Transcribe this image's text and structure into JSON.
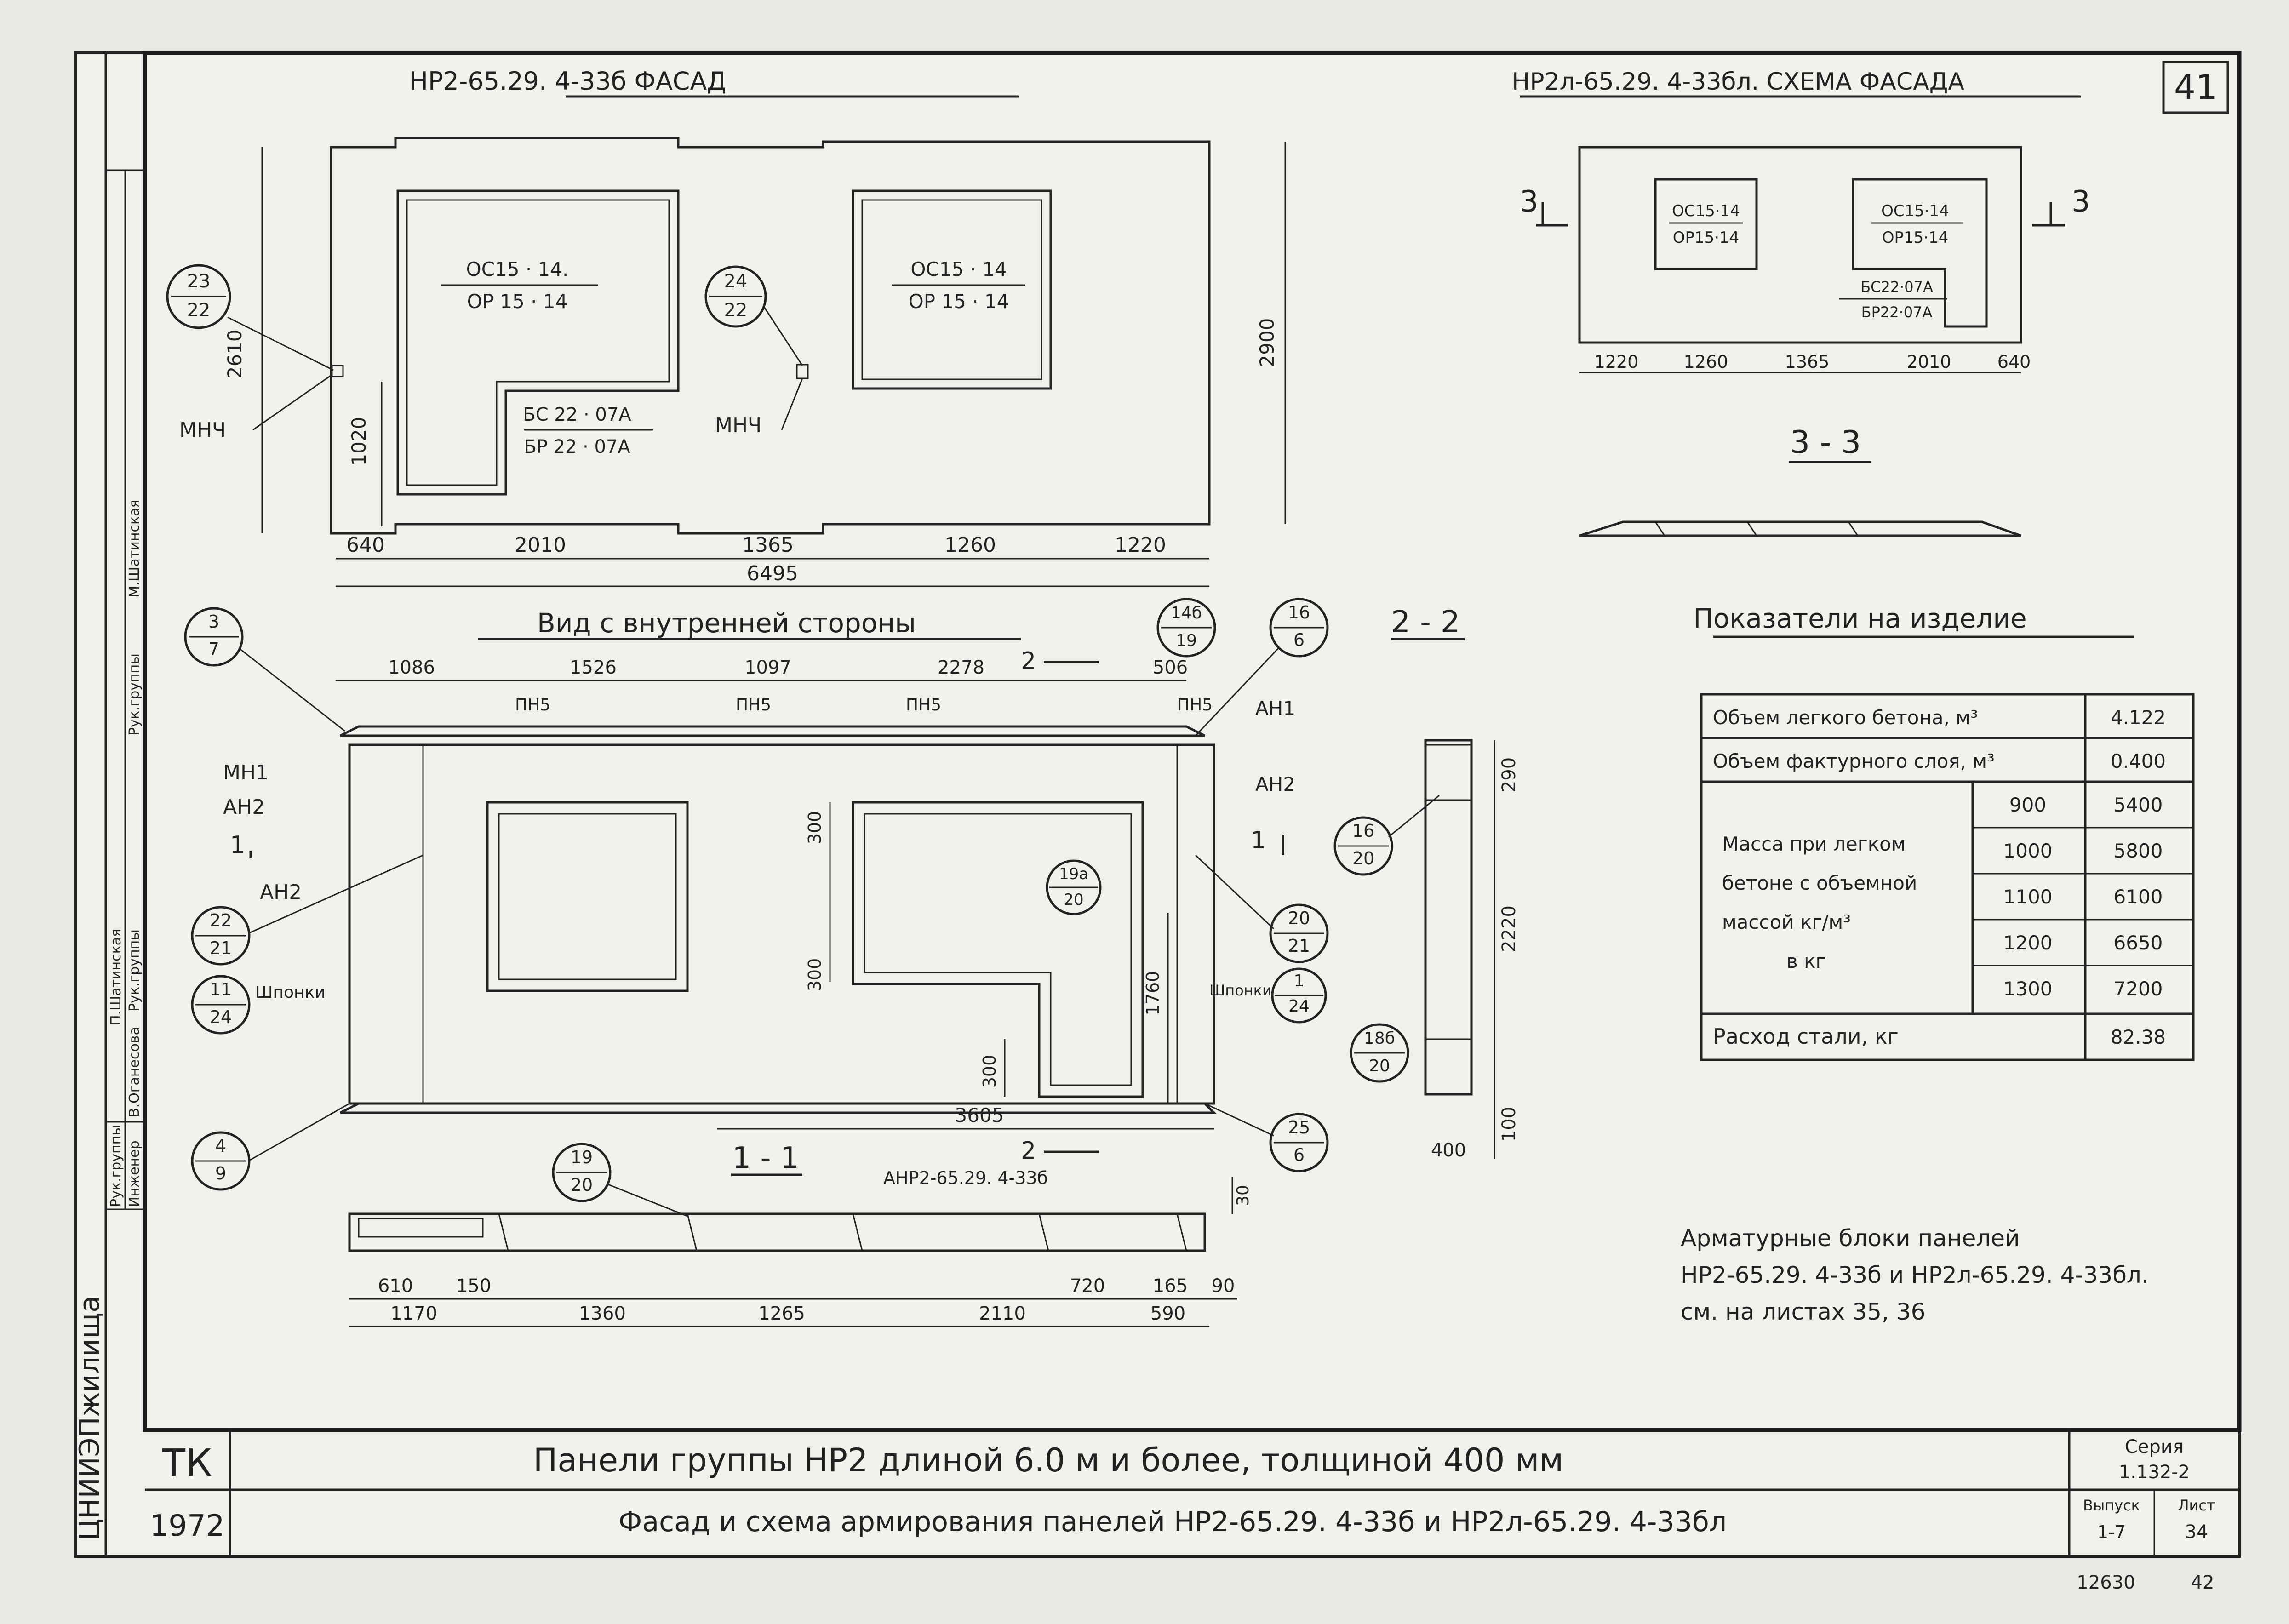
{
  "sheet_number": "41",
  "facade": {
    "title": "НР2-65.29. 4-33б ФАСАД",
    "window1_top": "ОС15 · 14.",
    "window1_bottom": "ОР 15 · 14",
    "door_top": "БС 22 · 07А",
    "door_bottom": "БР 22 · 07А",
    "window2_top": "ОС15 · 14",
    "window2_bottom": "ОР 15 · 14",
    "node_left_top": "23",
    "node_left_bottom": "22",
    "node_mid_top": "24",
    "node_mid_bottom": "22",
    "mnch": "МНЧ",
    "dim_height_left": "2610",
    "dim_height_right": "2900",
    "dim_sill": "1020",
    "dim_bottom": [
      "640",
      "2010",
      "1365",
      "1260",
      "1220"
    ],
    "dim_total": "6495"
  },
  "scheme": {
    "title": "НР2л-65.29. 4-33бл. СХЕМА ФАСАДА",
    "w1_top": "ОС15·14",
    "w1_bottom": "ОР15·14",
    "w2_top": "ОС15·14",
    "w2_bottom": "ОР15·14",
    "door_top": "БС22·07А",
    "door_bottom": "БР22·07А",
    "cut_mark": "3",
    "dims": [
      "1220",
      "1260",
      "1365",
      "2010",
      "640"
    ],
    "section_label": "3 - 3"
  },
  "inner_view": {
    "title": "Вид с внутренней стороны",
    "top_dims": [
      "1086",
      "1526",
      "1097",
      "2278",
      "506"
    ],
    "pn5": "ПН5",
    "an1": "АН1",
    "an2": "АН2",
    "mn1": "МН1",
    "shponki": "Шпонки",
    "cut_2": "2",
    "cut_1": "1",
    "nodes": {
      "n3": [
        "3",
        "7"
      ],
      "n22": [
        "22",
        "21"
      ],
      "n11": [
        "11",
        "24"
      ],
      "n4": [
        "4",
        "9"
      ],
      "n14": [
        "14б",
        "19"
      ],
      "n16": [
        "16",
        "6"
      ],
      "n19a": [
        "19а",
        "20"
      ],
      "n20": [
        "20",
        "21"
      ],
      "n1": [
        "1",
        "24"
      ],
      "n25": [
        "25",
        "6"
      ]
    },
    "dim_300": "300",
    "dim_1760": "1760",
    "dim_3605": "3605"
  },
  "section_22": {
    "title": "2 - 2",
    "dims": [
      "290",
      "2220",
      "100",
      "400"
    ],
    "node_top": [
      "16",
      "20"
    ],
    "node_bottom": [
      "18б",
      "20"
    ]
  },
  "section_11": {
    "title": "1 - 1",
    "label": "АНР2-65.29. 4-33б",
    "node": [
      "19",
      "20"
    ],
    "dim_30": "30",
    "dims_row1": [
      "610",
      "150",
      "720",
      "165",
      "90"
    ],
    "dims_row2": [
      "1170",
      "1360",
      "1265",
      "2110",
      "590"
    ]
  },
  "indicators": {
    "title": "Показатели на изделие",
    "rows": [
      {
        "label": "Объем легкого бетона, м³",
        "value": "4.122"
      },
      {
        "label": "Объем фактурного слоя, м³",
        "value": "0.400"
      }
    ],
    "mass_label": [
      "Масса при легком",
      "бетоне с объемной",
      "массой кг/м³",
      "в кг"
    ],
    "mass_rows": [
      {
        "density": "900",
        "mass": "5400"
      },
      {
        "density": "1000",
        "mass": "5800"
      },
      {
        "density": "1100",
        "mass": "6100"
      },
      {
        "density": "1200",
        "mass": "6650"
      },
      {
        "density": "1300",
        "mass": "7200"
      }
    ],
    "steel_label": "Расход стали, кг",
    "steel_value": "82.38"
  },
  "note": [
    "Арматурные блоки панелей",
    "НР2-65.29. 4-33б и НР2л-65.29. 4-33бл.",
    "см. на листах 35, 36"
  ],
  "titleblock": {
    "org": "ЦНИИЭПжилища",
    "tk": "ТК",
    "year": "1972",
    "title1": "Панели группы НР2 длиной 6.0 м и более, толщиной 400 мм",
    "title2": "Фасад и схема армирования панелей НР2-65.29. 4-33б и НР2л-65.29. 4-33бл",
    "series_label": "Серия",
    "series_value": "1.132-2",
    "issue_label": "Выпуск",
    "issue_value": "1-7",
    "sheet_label": "Лист",
    "sheet_value": "34",
    "stamp_left": "12630",
    "stamp_right": "42"
  },
  "side_stamp": {
    "roles": [
      "Рук.группы",
      "Инженер",
      "Рук.группы",
      "Рук.группы"
    ],
    "names": [
      "П.Шатинская",
      "В.Оганесова",
      "",
      "М.Шатинская"
    ]
  }
}
